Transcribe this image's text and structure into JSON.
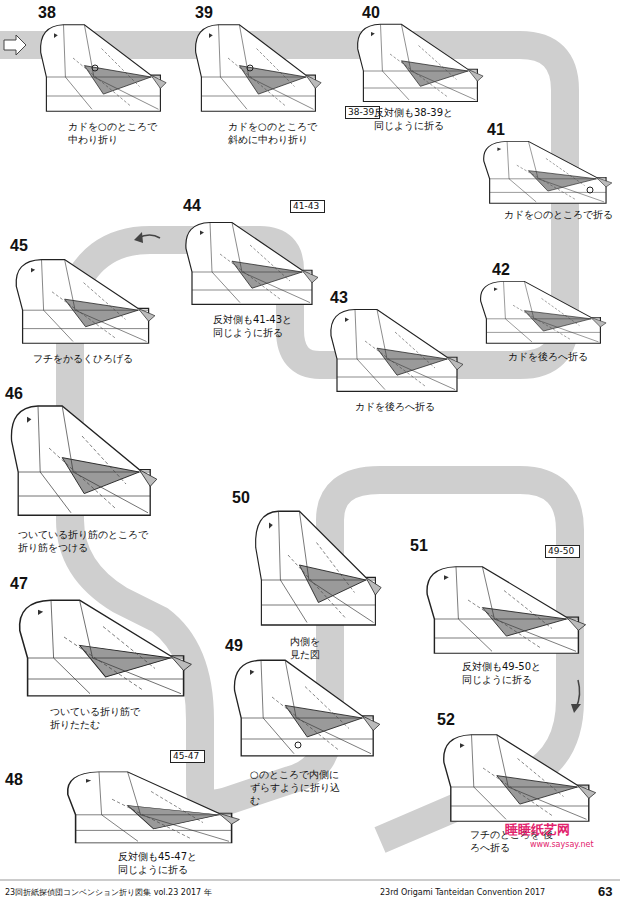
{
  "diagram": {
    "nodes": [
      {
        "text": [
          "38-39"
        ]
      },
      {
        "text": [
          "41-43"
        ]
      },
      {
        "text": [
          "45-47"
        ]
      },
      {
        "text": [
          "49-50"
        ]
      }
    ],
    "labels": [
      "38",
      "カドを○のところで 中わり折り",
      "39",
      "カドを○のところで 斜めに中わり折り",
      "40",
      "反対側も38-39と 同じように折る",
      "41",
      "カドを○のところで折る",
      "42",
      "カドを後ろへ折る",
      "43",
      "カドを後ろへ折る",
      "44",
      "反対側も41-43と 同じように折る",
      "45",
      "フチをかるくひろげる",
      "46",
      "ついている折り筋のところで 折り筋をつける",
      "47",
      "ついている折り筋で 折りたたむ",
      "48",
      "反対側も45-47と 同じように折る",
      "49",
      "○のところで内側に ずらすように折り込む",
      "50",
      "内側を 見た図",
      "51",
      "反対側も49-50と 同じように折る",
      "52",
      "フチのところを 後ろへ折る",
      "23回折紙探偵団コンベンション折り図集 vol.23 2017 年",
      "23rd Origami Tanteidan Convention 2017",
      "63",
      "睡睡纸艺网",
      "www.saysay.net"
    ]
  }
}
